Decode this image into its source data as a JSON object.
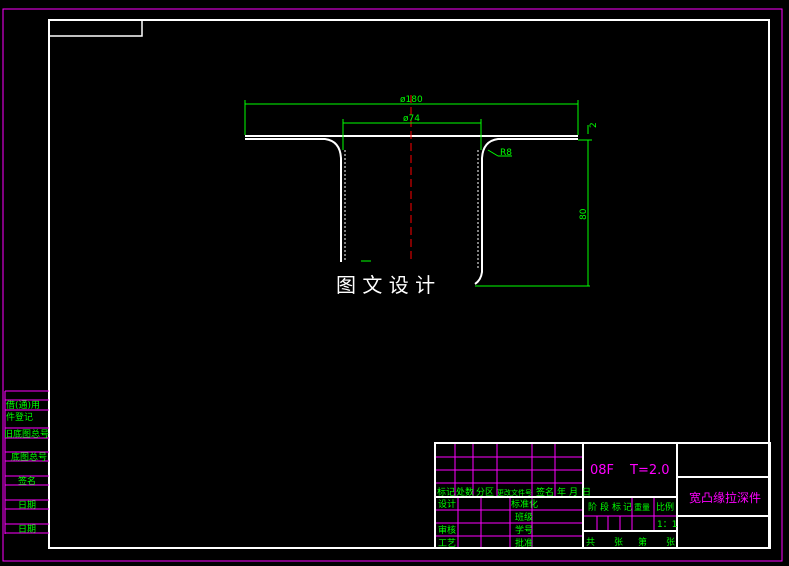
{
  "drawing": {
    "dimensions": {
      "outer_diameter": "ø180",
      "inner_diameter": "ø74",
      "radius": "R8",
      "height": "80",
      "thickness": "2"
    },
    "watermark": "图 文 设 计"
  },
  "left_strip": [
    "借(通)用",
    "件登记",
    "旧底图总号",
    "底图总号",
    "签名",
    "日期",
    "日期"
  ],
  "title_block": {
    "header_labels": [
      "标记",
      "处数",
      "分区",
      "更改文件号",
      "签名",
      "年",
      "月",
      "日"
    ],
    "role_labels": {
      "design": "设计",
      "review": "审核",
      "process": "工艺",
      "standard": "标准化",
      "class": "班级",
      "student_id": "学号",
      "approve": "批准"
    },
    "material": "08F",
    "thickness": "T=2.0",
    "part_name": "宽凸缘拉深件",
    "stage_labels": [
      "阶",
      "段",
      "标",
      "记",
      "重量",
      "比例"
    ],
    "scale": "1：1",
    "sheet_labels": [
      "共",
      "张",
      "第",
      "张"
    ]
  },
  "colors": {
    "frame": "#ff00ff",
    "border": "#ffffff",
    "dimension": "#00ff00",
    "centerline": "#ff0000"
  }
}
